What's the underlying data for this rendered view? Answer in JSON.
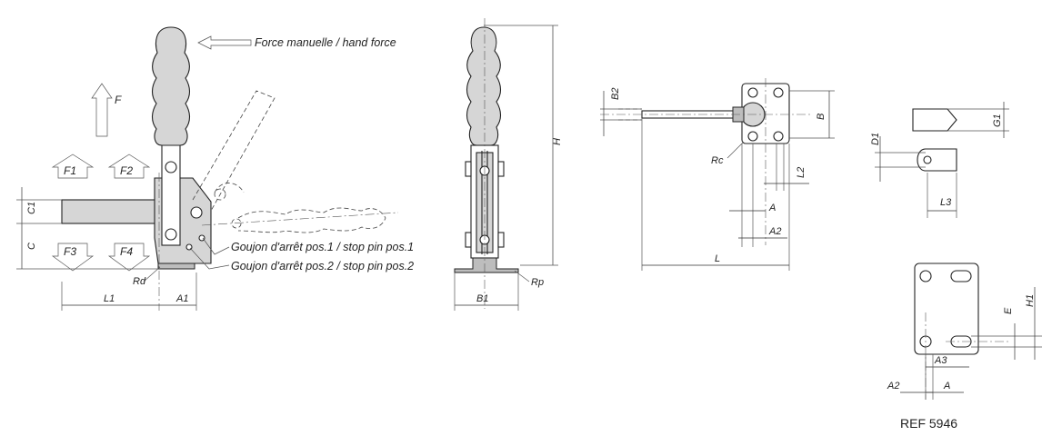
{
  "annotations": {
    "hand_force": "Force manuelle / hand force",
    "stop_pin_1": "Goujon d'arrêt pos.1 / stop pin pos.1",
    "stop_pin_2": "Goujon d'arrêt pos.2 / stop pin pos.2"
  },
  "forces": {
    "f": "F",
    "f1": "F1",
    "f2": "F2",
    "f3": "F3",
    "f4": "F4"
  },
  "dimensions": {
    "c1": "C1",
    "c": "C",
    "l1": "L1",
    "a1": "A1",
    "rd": "Rd",
    "h": "H",
    "b1": "B1",
    "rp": "Rp",
    "b2": "B2",
    "b": "B",
    "rc": "Rc",
    "l2": "L2",
    "a": "A",
    "a2": "A2",
    "l": "L",
    "d1": "D1",
    "g1": "G1",
    "l3": "L3",
    "e": "E",
    "h1": "H1",
    "a3": "A3",
    "a2b": "A2",
    "a_b": "A"
  },
  "reference": "REF 5946"
}
